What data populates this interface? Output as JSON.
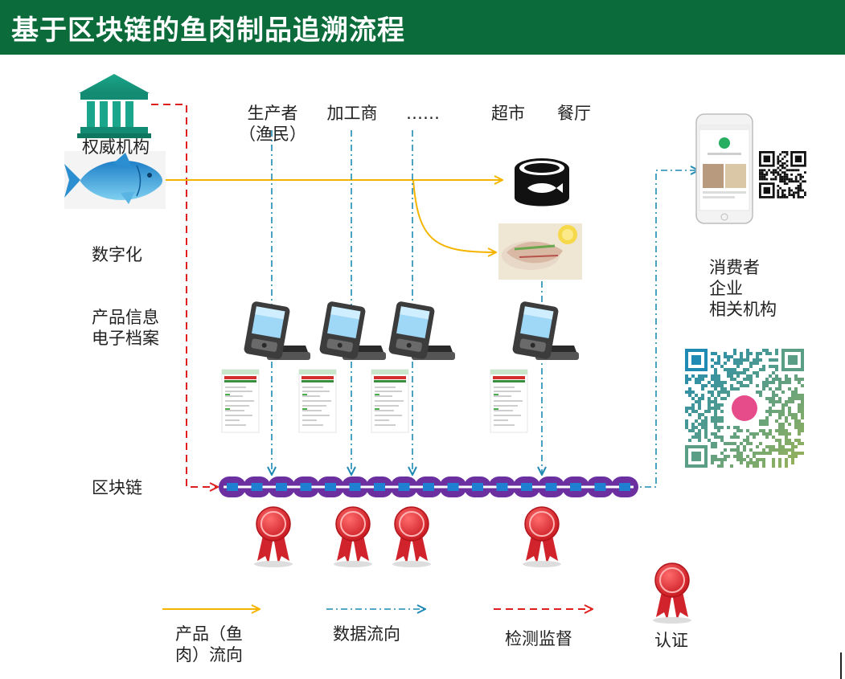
{
  "title": "基于区块链的鱼肉制品追溯流程",
  "left_labels": {
    "authority": "权威机构",
    "digitize": "数字化",
    "product_info": "产品信息\n电子档案",
    "blockchain": "区块链"
  },
  "stages": [
    {
      "id": "producer",
      "label": "生产者\n（渔民）"
    },
    {
      "id": "processor",
      "label": "加工商"
    },
    {
      "id": "ellipsis",
      "label": "……"
    },
    {
      "id": "supermarket",
      "label": "超市"
    },
    {
      "id": "restaurant",
      "label": "餐厅"
    }
  ],
  "consumers_label": "消费者\n企业\n相关机构",
  "legend": {
    "product_flow": "产品（鱼\n肉）流向",
    "data_flow": "数据流向",
    "inspection": "检测监督",
    "certification": "认证"
  },
  "colors": {
    "header": "#0b6b3a",
    "product_flow": "#f5b400",
    "data_flow": "#1f8ab3",
    "inspection": "#e02020",
    "chain": "#6b2fa0",
    "chain_block": "#1f7fd0",
    "badge": "#e0262e"
  },
  "icons": {
    "authority": "government-building-icon",
    "fish": "fish-icon",
    "can": "canned-fish-icon",
    "fish_dish": "fish-dish-photo",
    "handheld": "pda-device-icon",
    "document": "e-record-document-icon",
    "phone": "smartphone-app-icon",
    "qr_small": "qr-code-icon",
    "qr_large": "wechat-qr-code-icon",
    "badge": "certification-badge-icon"
  }
}
